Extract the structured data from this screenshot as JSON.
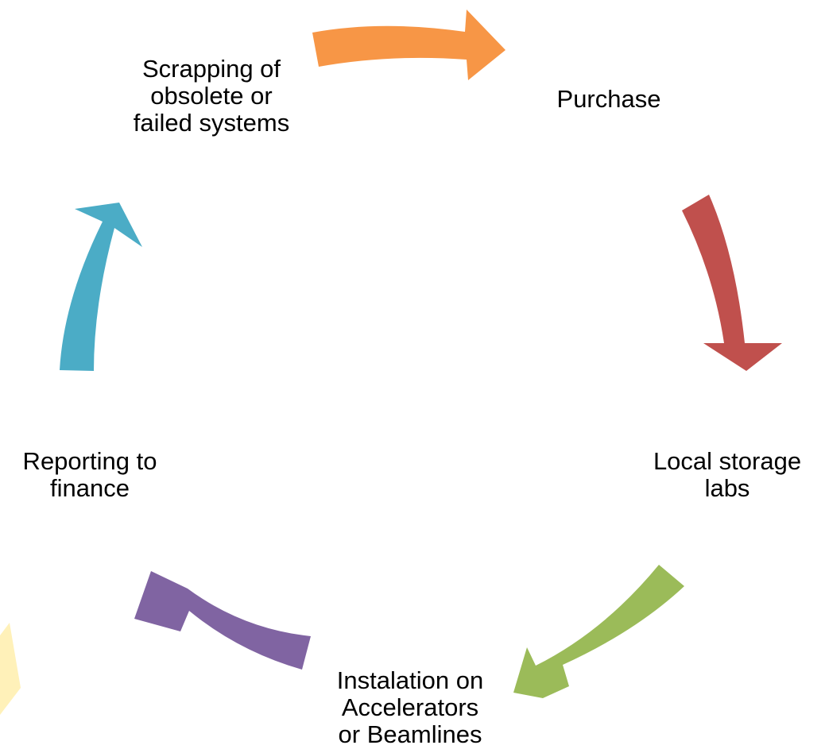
{
  "diagram": {
    "nodes": [
      {
        "lines": [
          "Purchase"
        ]
      },
      {
        "lines": [
          "Local storage",
          "labs"
        ]
      },
      {
        "lines": [
          "Instalation  on",
          "Accelerators",
          "or Beamlines"
        ]
      },
      {
        "lines": [
          "Reporting to",
          "finance"
        ]
      },
      {
        "lines": [
          "Scrapping of",
          "obsolete or",
          "failed systems"
        ]
      }
    ],
    "arrows": [
      {
        "from": "Scrapping of obsolete or failed systems",
        "to": "Purchase",
        "color": "#F79646"
      },
      {
        "from": "Purchase",
        "to": "Local storage labs",
        "color": "#C0504D"
      },
      {
        "from": "Local storage labs",
        "to": "Instalation on Accelerators or Beamlines",
        "color": "#9BBB59"
      },
      {
        "from": "Instalation on Accelerators or Beamlines",
        "to": "Reporting to finance",
        "color": "#8064A2"
      },
      {
        "from": "Reporting to finance",
        "to": "Scrapping of obsolete or failed systems",
        "color": "#4BACC6"
      }
    ],
    "decoration": {
      "color": "#FFE680"
    }
  }
}
